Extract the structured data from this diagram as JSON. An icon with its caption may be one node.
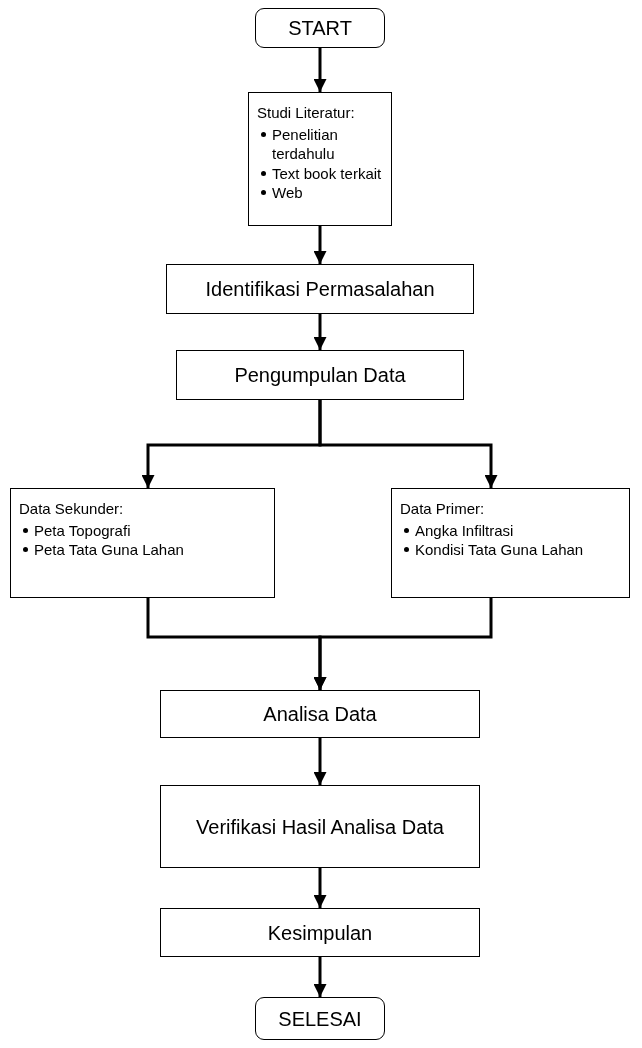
{
  "diagram": {
    "nodes": [
      {
        "text": [
          "START"
        ]
      },
      {
        "text": [
          "Studi Literatur:",
          "Penelitian terdahulu",
          "Text book terkait",
          "Web"
        ]
      },
      {
        "text": [
          "Identifikasi Permasalahan"
        ]
      },
      {
        "text": [
          "Pengumpulan Data"
        ]
      },
      {
        "text": [
          "Data Sekunder:",
          "Peta Topografi",
          "Peta Tata Guna Lahan"
        ]
      },
      {
        "text": [
          "Data Primer:",
          "Angka Infiltrasi",
          "Kondisi Tata Guna Lahan"
        ]
      },
      {
        "text": [
          "Analisa Data"
        ]
      },
      {
        "text": [
          "Verifikasi Hasil Analisa Data"
        ]
      },
      {
        "text": [
          "Kesimpulan"
        ]
      },
      {
        "text": [
          "SELESAI"
        ]
      }
    ],
    "edges": [
      {
        "from": 0,
        "to": 1,
        "arrow": "to"
      },
      {
        "from": 1,
        "to": 2,
        "arrow": "to"
      },
      {
        "from": 2,
        "to": 3,
        "arrow": "to"
      },
      {
        "from": 3,
        "to": 4,
        "arrow": "to"
      },
      {
        "from": 3,
        "to": 5,
        "arrow": "to"
      },
      {
        "from": 4,
        "to": 6,
        "arrow": "to"
      },
      {
        "from": 5,
        "to": 6,
        "arrow": "to"
      },
      {
        "from": 6,
        "to": 7,
        "arrow": "to"
      },
      {
        "from": 7,
        "to": 8,
        "arrow": "to"
      },
      {
        "from": 8,
        "to": 9,
        "arrow": "to"
      }
    ]
  }
}
